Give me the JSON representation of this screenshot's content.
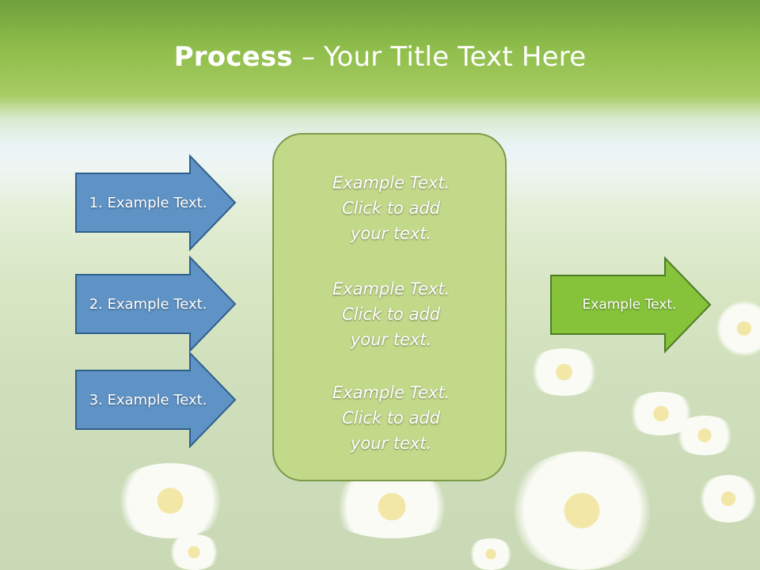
{
  "title": {
    "bold": "Process",
    "rest": " – Your Title Text Here"
  },
  "left_arrows": [
    {
      "label": "1. Example Text."
    },
    {
      "label": "2. Example Text."
    },
    {
      "label": "3. Example Text."
    }
  ],
  "center_blocks": [
    {
      "line1": "Example Text.",
      "line2": "Click  to add",
      "line3": "your text."
    },
    {
      "line1": "Example Text.",
      "line2": "Click  to add",
      "line3": "your text."
    },
    {
      "line1": "Example Text.",
      "line2": "Click  to add",
      "line3": "your text."
    }
  ],
  "right_arrow": {
    "label": "Example Text."
  },
  "colors": {
    "blue_fill": "#5f93c6",
    "blue_stroke": "#2f5f8d",
    "green_fill": "#86c33b",
    "green_stroke": "#4f7c26",
    "box_fill": "#c3d98a",
    "box_stroke": "#7a9a4a"
  }
}
